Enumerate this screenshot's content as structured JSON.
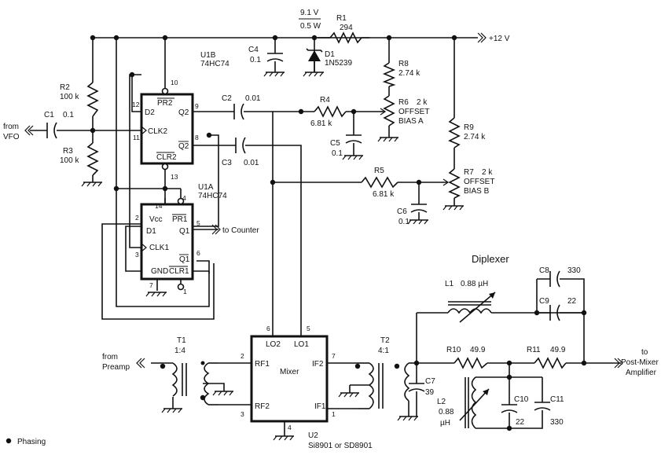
{
  "zener": {
    "voltage": "9.1 V",
    "power": "0.5 W",
    "ref": "D1",
    "part": "1N5239"
  },
  "supply": {
    "label": "+12 V"
  },
  "resistors": {
    "r1": {
      "ref": "R1",
      "value": "294"
    },
    "r2": {
      "ref": "R2",
      "value": "100 k"
    },
    "r3": {
      "ref": "R3",
      "value": "100 k"
    },
    "r4": {
      "ref": "R4",
      "value": "6.81 k"
    },
    "r5": {
      "ref": "R5",
      "value": "6.81 k"
    },
    "r8": {
      "ref": "R8",
      "value": "2.74 k"
    },
    "r9": {
      "ref": "R9",
      "value": "2.74 k"
    },
    "r10": {
      "ref": "R10",
      "value": "49.9"
    },
    "r11": {
      "ref": "R11",
      "value": "49.9"
    }
  },
  "pots": {
    "r6": {
      "ref": "R6",
      "value": "2 k",
      "line1": "OFFSET",
      "line2": "BIAS  A"
    },
    "r7": {
      "ref": "R7",
      "value": "2 k",
      "line1": "OFFSET",
      "line2": "BIAS  B"
    }
  },
  "capacitors": {
    "c1": {
      "ref": "C1",
      "value": "0.1"
    },
    "c2": {
      "ref": "C2",
      "value": "0.01"
    },
    "c3": {
      "ref": "C3",
      "value": "0.01"
    },
    "c4": {
      "ref": "C4",
      "value": "0.1"
    },
    "c5": {
      "ref": "C5",
      "value": "0.1"
    },
    "c6": {
      "ref": "C6",
      "value": "0.1"
    },
    "c7": {
      "ref": "C7",
      "value": "39"
    },
    "c8": {
      "ref": "C8",
      "value": "330"
    },
    "c9": {
      "ref": "C9",
      "value": "22"
    },
    "c10": {
      "ref": "C10",
      "value": "22"
    },
    "c11": {
      "ref": "C11",
      "value": "330"
    }
  },
  "u1b": {
    "ref": "U1B",
    "part": "74HC74",
    "pins": {
      "pr": "PR2",
      "d": "D2",
      "clk": "CLK2",
      "q": "Q2",
      "qbar": "Q2",
      "clr": "CLR2"
    },
    "pin_numbers": {
      "pr": "10",
      "d": "12",
      "clk": "11",
      "q": "9",
      "qbar": "8",
      "clr": "13"
    }
  },
  "u1a": {
    "ref": "U1A",
    "part": "74HC74",
    "pins": {
      "vcc": "Vcc",
      "pr": "PR1",
      "d": "D1",
      "q": "Q1",
      "clk": "CLK1",
      "qbar": "Q1",
      "gnd": "GND",
      "clr": "CLR1"
    },
    "pin_numbers": {
      "vcc": "14",
      "pr": "4",
      "d": "2",
      "q": "5",
      "clk": "3",
      "qbar": "6",
      "gnd": "7",
      "clr": "1"
    }
  },
  "mixer": {
    "label": "Mixer",
    "ref": "U2",
    "part": "Si8901 or SD8901",
    "pins": {
      "lo2": "LO2",
      "lo1": "LO1",
      "rf1": "RF1",
      "if2": "IF2",
      "rf2": "RF2",
      "if1": "IF1"
    },
    "pin_numbers": {
      "lo2": "6",
      "lo1": "5",
      "rf1": "2",
      "if2": "7",
      "rf2": "3",
      "if1": "1",
      "gnd": "4"
    }
  },
  "transformers": {
    "t1": {
      "ref": "T1",
      "ratio": "1:4"
    },
    "t2": {
      "ref": "T2",
      "ratio": "4:1"
    }
  },
  "inductors": {
    "l1": {
      "ref": "L1",
      "value": "0.88 µH"
    },
    "l2": {
      "ref": "L2",
      "value": "0.88",
      "unit": "µH"
    }
  },
  "labels": {
    "from_vfo_1": "from",
    "from_vfo_2": "VFO",
    "from_preamp_1": "from",
    "from_preamp_2": "Preamp",
    "to_counter": "to Counter",
    "to_post_1": "to",
    "to_post_2": "Post-Mixer",
    "to_post_3": "Amplifier",
    "diplexer": "Diplexer",
    "phasing": "Phasing"
  }
}
